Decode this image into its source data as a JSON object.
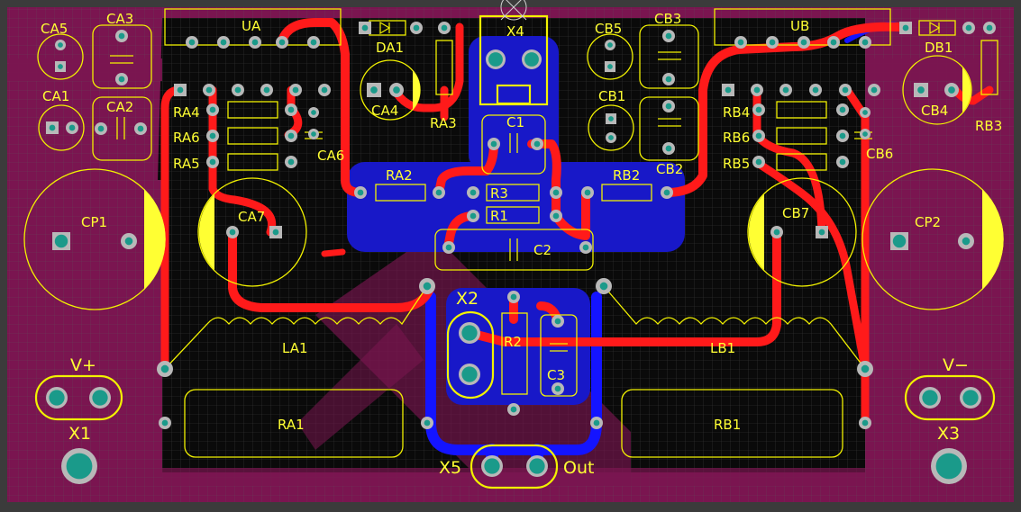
{
  "colors": {
    "board_background": "#7a1550",
    "copper_pour": "#7a1550",
    "clearance_black": "#0a0a0a",
    "top_copper": "#ff1a1a",
    "bottom_copper": "#1414ff",
    "silkscreen": "#f2f200",
    "pad_ring": "#b8b8b8",
    "pad_hole": "#1a9a8a",
    "grid": "#5a5a5a"
  },
  "labels": {
    "CA5": "CA5",
    "CA3": "CA3",
    "UA": "UA",
    "DA1": "DA1",
    "X4": "X4",
    "CB5": "CB5",
    "CB3": "CB3",
    "UB": "UB",
    "DB1": "DB1",
    "CA1": "CA1",
    "CA2": "CA2",
    "CA4": "CA4",
    "RA3": "RA3",
    "C1": "C1",
    "CB1": "CB1",
    "CB2": "CB2",
    "CB4": "CB4",
    "RB3": "RB3",
    "RA4": "RA4",
    "RA6": "RA6",
    "RA5": "RA5",
    "CA6": "CA6",
    "RB4": "RB4",
    "RB6": "RB6",
    "RB5": "RB5",
    "CB6": "CB6",
    "RA2": "RA2",
    "R3": "R3",
    "R1": "R1",
    "RB2": "RB2",
    "C2": "C2",
    "CP1": "CP1",
    "CA7": "CA7",
    "CB7": "CB7",
    "CP2": "CP2",
    "X2": "X2",
    "R2": "R2",
    "C3": "C3",
    "LA1": "LA1",
    "LB1": "LB1",
    "Vplus": "V+",
    "Vminus": "V−",
    "X1": "X1",
    "X3": "X3",
    "RA1": "RA1",
    "RB1": "RB1",
    "X5": "X5",
    "Out": "Out"
  },
  "icons": {
    "diode_symbol": "diode-icon",
    "cross_marker": "origin-cross-icon"
  }
}
